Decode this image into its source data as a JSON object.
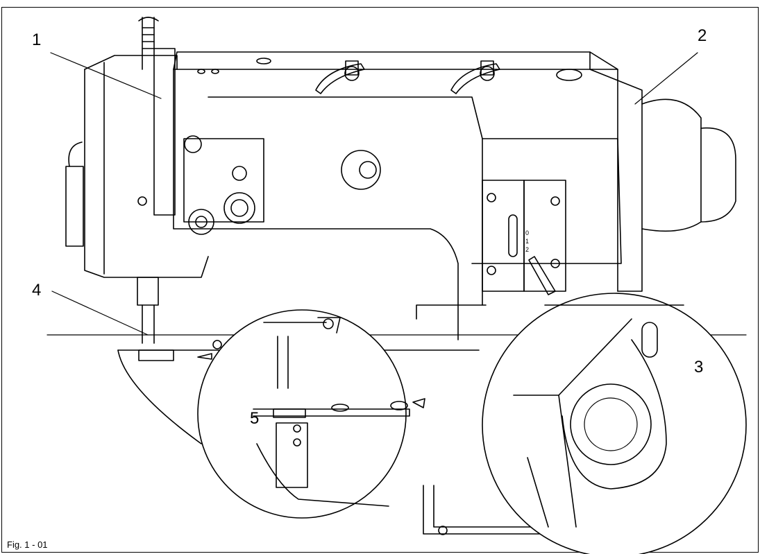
{
  "figure": {
    "caption": "Fig. 1 - 01",
    "callouts": {
      "c1": "1",
      "c2": "2",
      "c3": "3",
      "c4": "4",
      "c5": "5"
    },
    "scale_marks": {
      "m0": "0",
      "m1": "1",
      "m2": "2"
    }
  }
}
